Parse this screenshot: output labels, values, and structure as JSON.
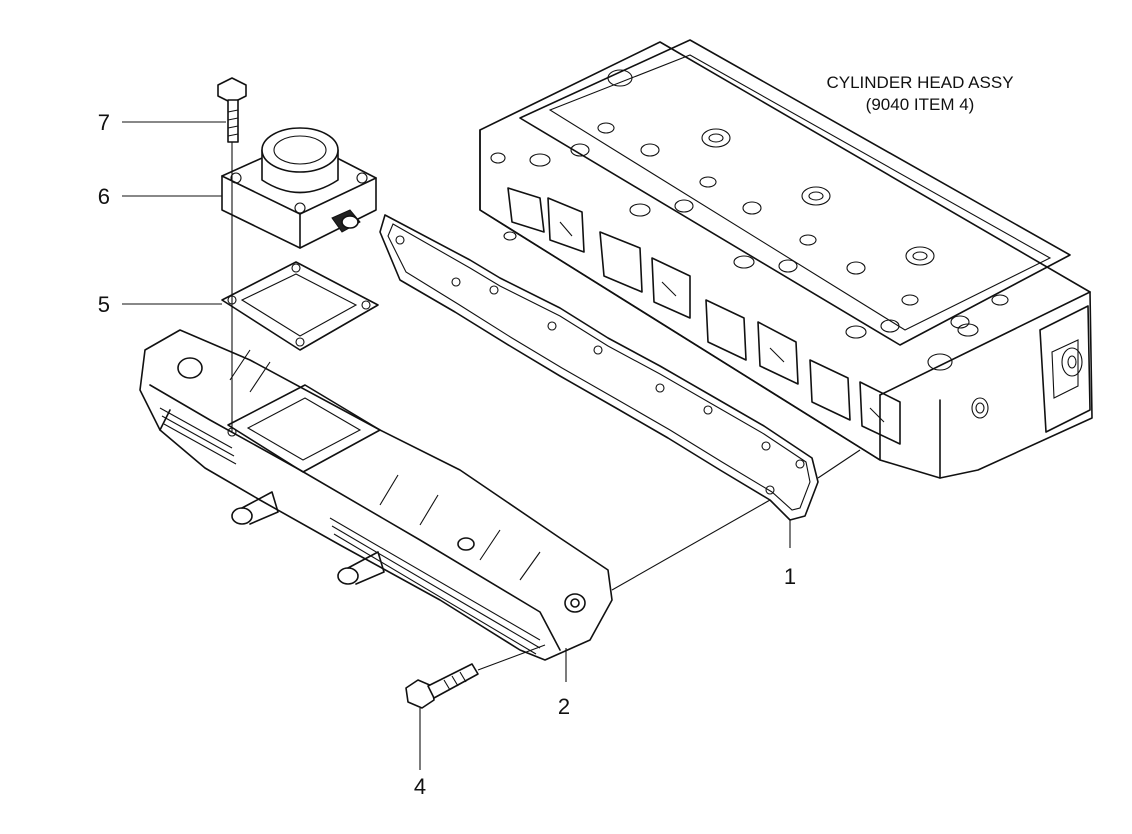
{
  "assembly_label": {
    "line1": "CYLINDER HEAD ASSY",
    "line2": "(9040 ITEM 4)"
  },
  "callouts": {
    "c1": "1",
    "c2": "2",
    "c4": "4",
    "c5": "5",
    "c6": "6",
    "c7": "7"
  },
  "line_color": "#111111",
  "background": "#ffffff"
}
